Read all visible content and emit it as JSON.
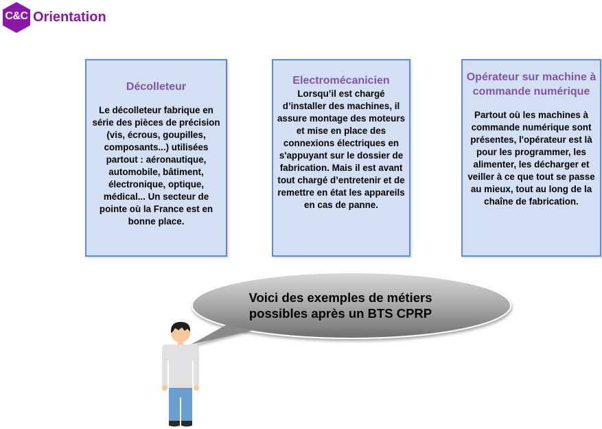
{
  "logo": {
    "badge": "C&C",
    "word": "Orientation",
    "color": "#8b16a8"
  },
  "cards": [
    {
      "title": "Décolleteur",
      "body": "Le décolleteur fabrique en série des pièces de précision (vis, écrous, goupilles, composants...) utilisées partout : aéronautique, automobile, bâtiment, électronique, optique, médical... Un secteur de pointe où la France est en bonne place."
    },
    {
      "title": "Electromécanicien",
      "body": "Lorsqu’il est chargé d’installer des machines, il assure montage des moteurs et mise en place des connexions électriques en s'appuyant sur le dossier de fabrication. Mais il est avant tout chargé d’entretenir et de remettre en état les appareils en cas de panne."
    },
    {
      "title": "Opérateur sur machine à commande numérique",
      "body": "Partout où les machines à commande numérique sont présentes, l'opérateur est là pour les programmer, les alimenter, les décharger et veiller à ce que tout se passe au mieux, tout au long de la chaîne de fabrication."
    }
  ],
  "speech_bubble": {
    "text": "Voici des exemples de métiers possibles après un BTS CPRP"
  },
  "colors": {
    "card_fill": "#d3dff2",
    "card_border": "#5b8bd6",
    "card_title": "#8354a6"
  }
}
